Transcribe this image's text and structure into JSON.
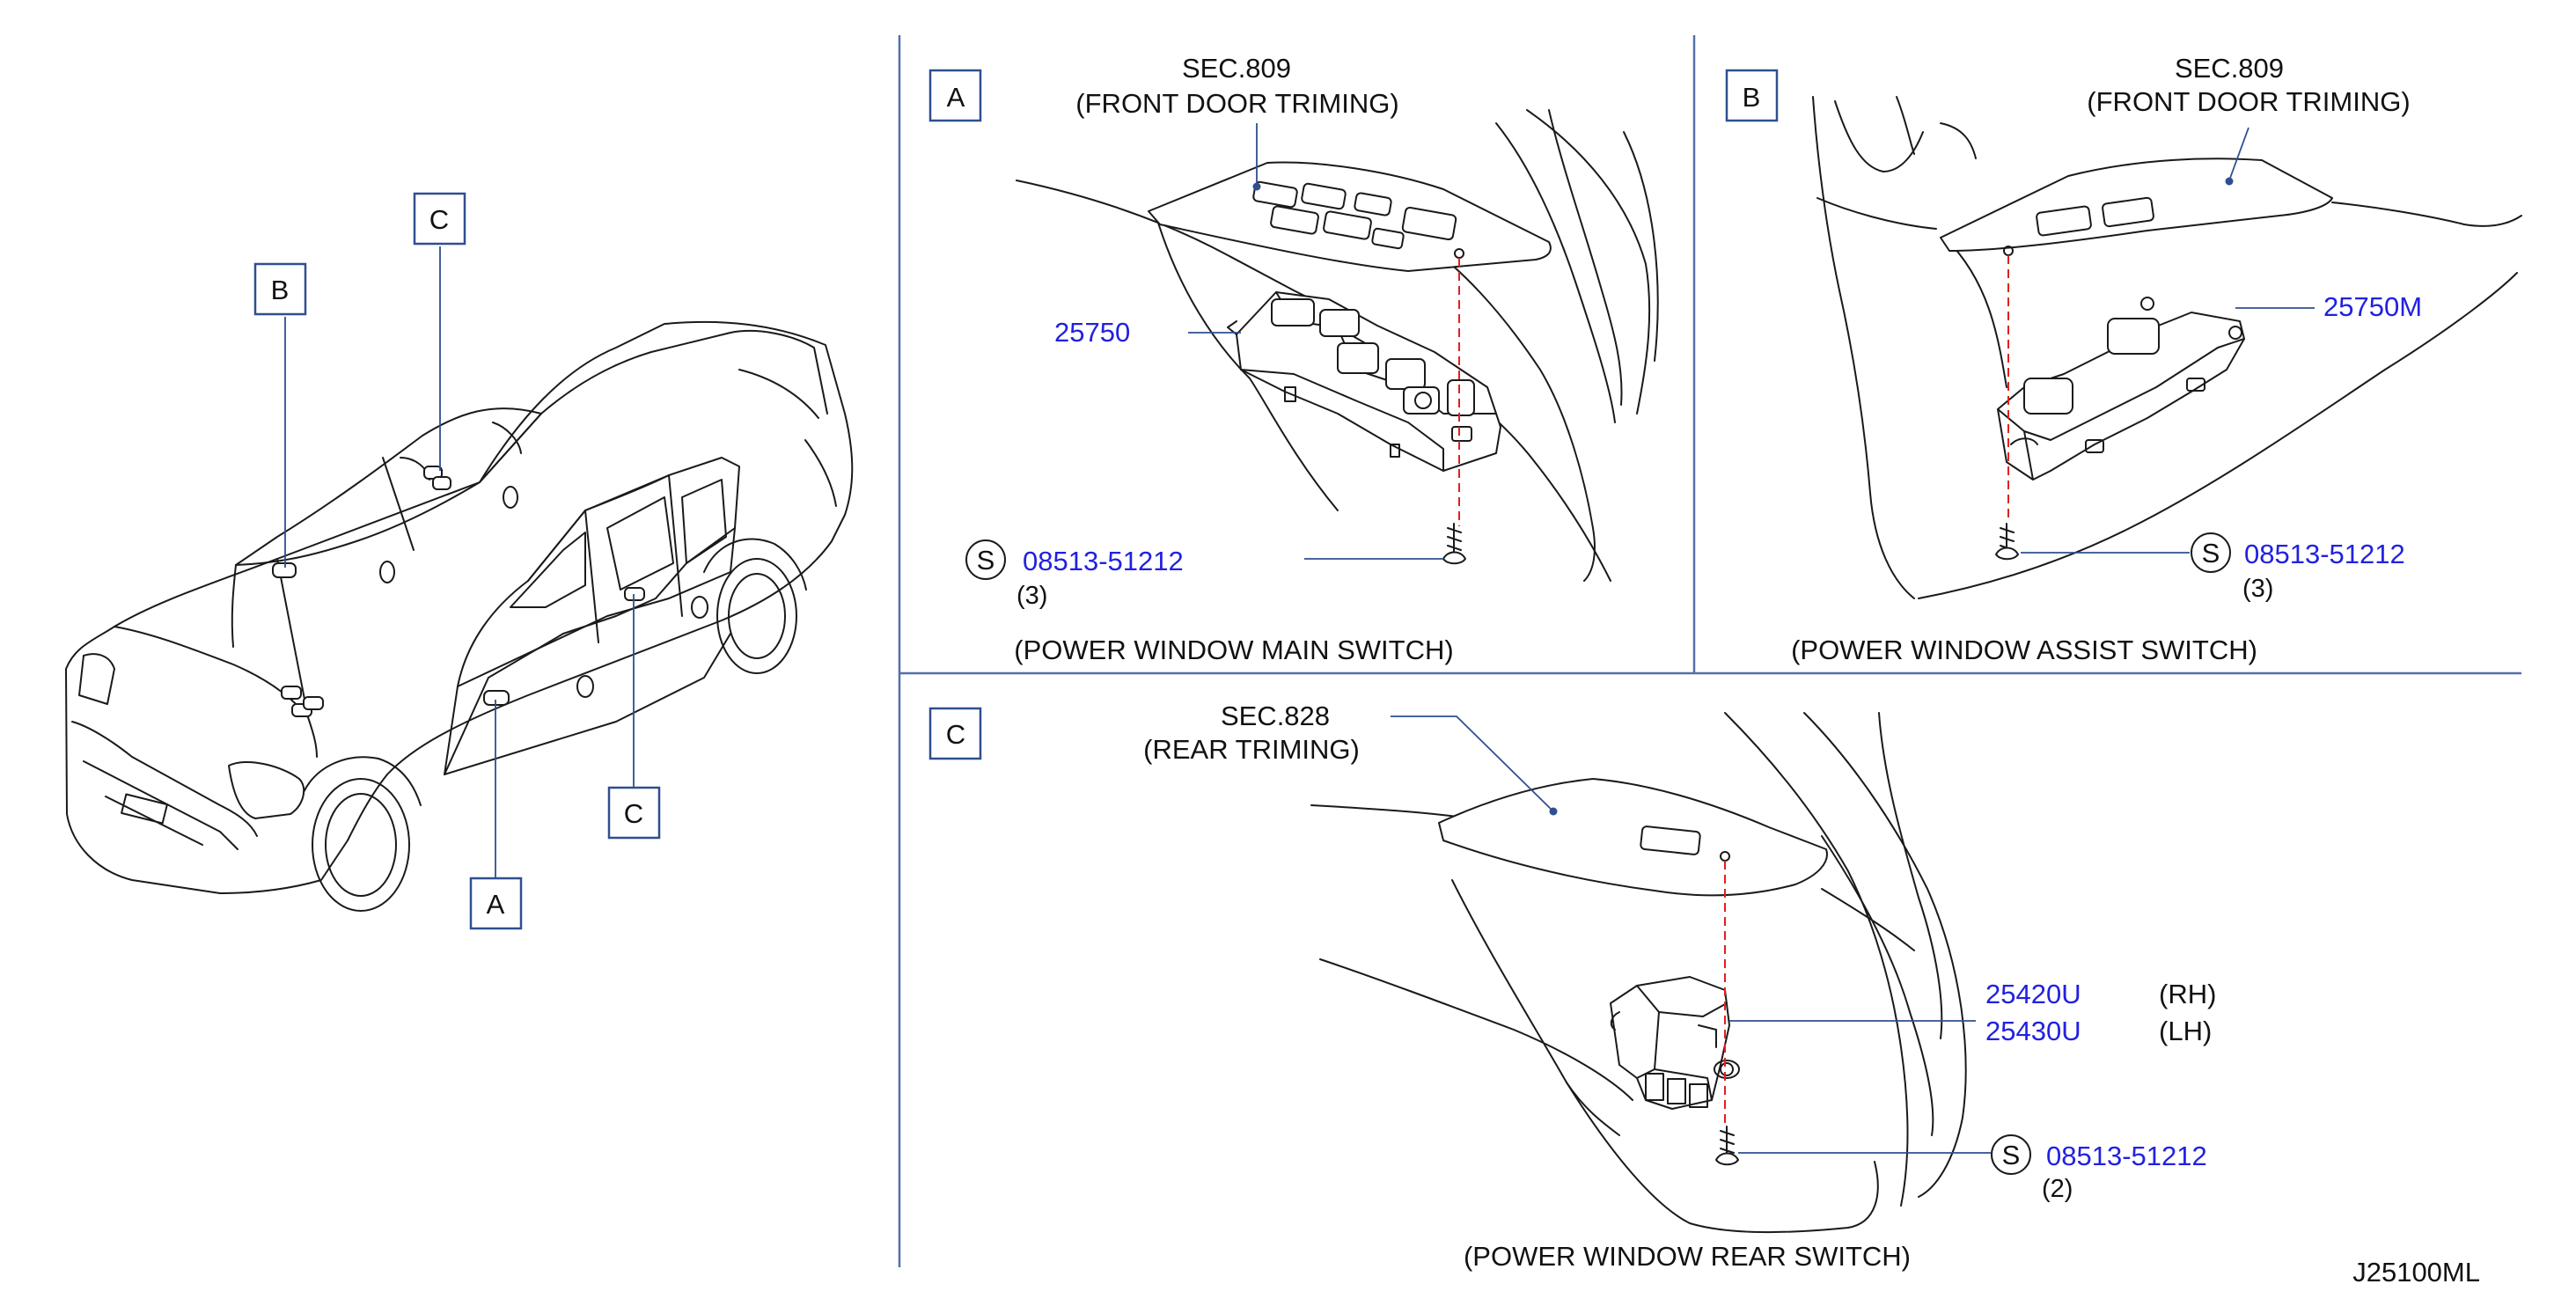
{
  "callouts": {
    "car": {
      "a": "A",
      "b": "B",
      "c1": "C",
      "c2": "C"
    },
    "panel_a": "A",
    "panel_b": "B",
    "panel_c": "C"
  },
  "panel_a": {
    "sec_ref": "SEC.809",
    "sec_desc": "(FRONT   DOOR     TRIMING)",
    "part_switch": "25750",
    "screw_symbol": "S",
    "screw_part": "08513-51212",
    "screw_qty": "(3)",
    "caption": "(POWER   WINDOW   MAIN   SWITCH)"
  },
  "panel_b": {
    "sec_ref": "SEC.809",
    "sec_desc": "(FRONT   DOOR     TRIMING)",
    "part_switch": "25750M",
    "screw_symbol": "S",
    "screw_part": "08513-51212",
    "screw_qty": "(3)",
    "caption": "(POWER   WINDOW   ASSIST   SWITCH)"
  },
  "panel_c": {
    "sec_ref": "SEC.828",
    "sec_desc": "(REAR   TRIMING)",
    "part_rh": "25420U",
    "side_rh": "(RH)",
    "part_lh": "25430U",
    "side_lh": "(LH)",
    "screw_symbol": "S",
    "screw_part": "08513-51212",
    "screw_qty": "(2)",
    "caption": "(POWER   WINDOW   REAR   SWITCH)"
  },
  "diagram_code": "J25100ML",
  "colors": {
    "part_number": "#2121e0",
    "leader": "#2f4f8f",
    "fastener_axis": "#e02020"
  }
}
